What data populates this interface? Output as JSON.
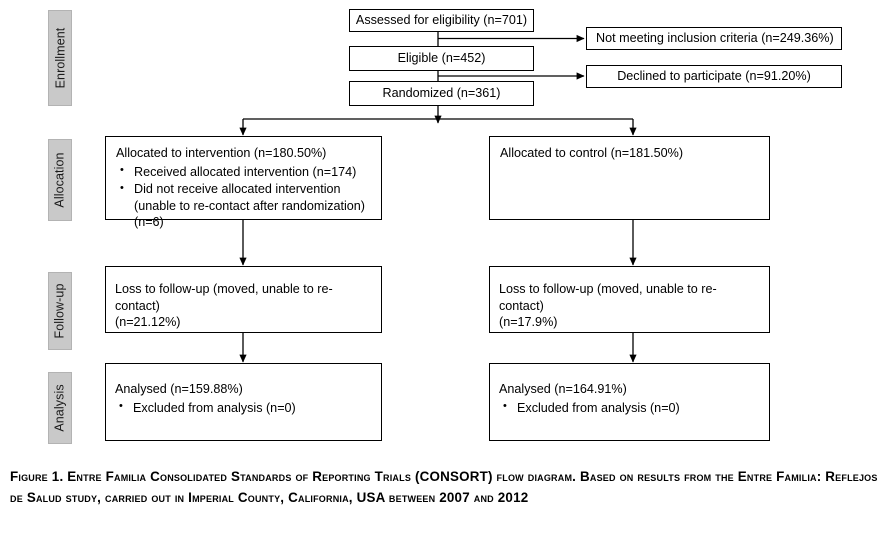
{
  "figure": {
    "stages": [
      {
        "id": "enrollment",
        "label": "Enrollment"
      },
      {
        "id": "allocation",
        "label": "Allocation"
      },
      {
        "id": "followup",
        "label": "Follow-up"
      },
      {
        "id": "analysis",
        "label": "Analysis"
      }
    ],
    "nodes": {
      "assessed": {
        "text": "Assessed for eligibility (n=701)"
      },
      "eligible": {
        "text": "Eligible (n=452)"
      },
      "randomized": {
        "text": "Randomized (n=361)"
      },
      "not_meeting": {
        "text": "Not meeting inclusion criteria (n=249.36%)"
      },
      "declined": {
        "text": "Declined to participate (n=91.20%)"
      },
      "alloc_interv": {
        "title": "Allocated to intervention (n=180.50%)",
        "bullets": [
          "Received allocated intervention (n=174)",
          "Did not receive allocated intervention (unable to re-contact after randomization) (n=6)"
        ]
      },
      "alloc_control": {
        "title": "Allocated to control (n=181.50%)",
        "bullets": []
      },
      "followup_interv": {
        "line1": "Loss to follow-up (moved, unable to re-contact)",
        "line2": "(n=21.12%)"
      },
      "followup_control": {
        "line1": "Loss to follow-up (moved, unable to re-contact)",
        "line2": "(n=17.9%)"
      },
      "analysis_interv": {
        "title": "Analysed (n=159.88%)",
        "bullets": [
          "Excluded from analysis (n=0)"
        ]
      },
      "analysis_control": {
        "title": "Analysed (n=164.91%)",
        "bullets": [
          "Excluded from analysis (n=0)"
        ]
      }
    },
    "caption": "Figure 1. Entre Familia Consolidated Standards of Reporting Trials (CONSORT) flow diagram. Based on results from the Entre Familia: Reflejos de Salud study, carried out in Imperial County, California, USA between 2007 and 2012",
    "colors": {
      "stage_fill": "#c9c9c9",
      "stage_border": "#b3b3b3",
      "box_border": "#000000",
      "background": "#ffffff",
      "text": "#000000"
    }
  }
}
